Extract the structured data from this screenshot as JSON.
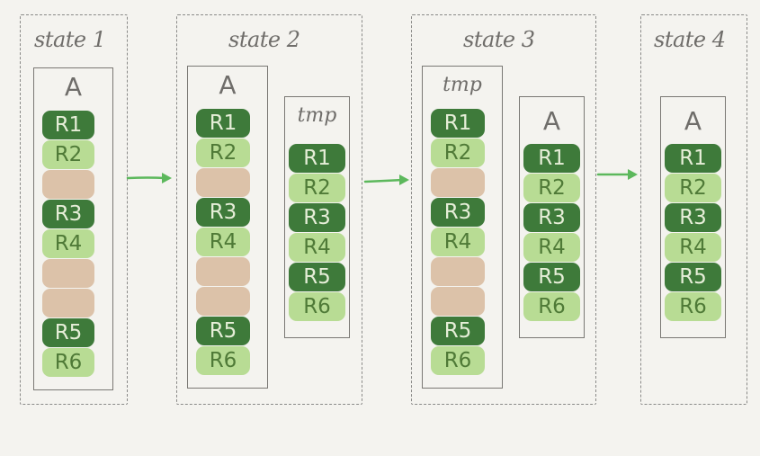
{
  "states": [
    {
      "title": "state 1",
      "tables": [
        {
          "name": "A",
          "rows": [
            "R1",
            "R2",
            "",
            "R3",
            "R4",
            "",
            "",
            "R5",
            "R6"
          ]
        }
      ]
    },
    {
      "title": "state 2",
      "tables": [
        {
          "name": "A",
          "rows": [
            "R1",
            "R2",
            "",
            "R3",
            "R4",
            "",
            "",
            "R5",
            "R6"
          ]
        },
        {
          "name": "tmp",
          "rows": [
            "R1",
            "R2",
            "R3",
            "R4",
            "R5",
            "R6"
          ]
        }
      ]
    },
    {
      "title": "state 3",
      "tables": [
        {
          "name": "tmp",
          "rows": [
            "R1",
            "R2",
            "",
            "R3",
            "R4",
            "",
            "",
            "R5",
            "R6"
          ]
        },
        {
          "name": "A",
          "rows": [
            "R1",
            "R2",
            "R3",
            "R4",
            "R5",
            "R6"
          ]
        }
      ]
    },
    {
      "title": "state 4",
      "tables": [
        {
          "name": "A",
          "rows": [
            "R1",
            "R2",
            "R3",
            "R4",
            "R5",
            "R6"
          ]
        }
      ]
    }
  ],
  "colors": {
    "dark_row": "#3e7a3a",
    "light_row": "#b8dc94",
    "empty_slot": "#dcc2a9",
    "arrow": "#5cb85c"
  },
  "icons": [
    "arrow-right-icon"
  ]
}
